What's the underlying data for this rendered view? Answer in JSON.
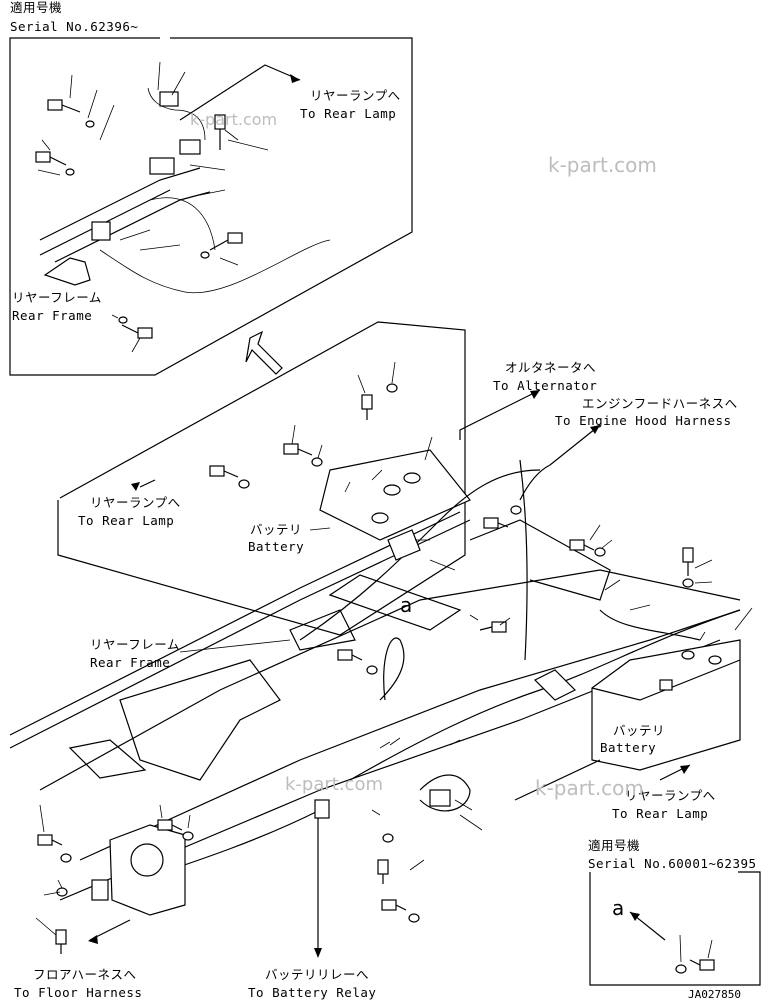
{
  "inset_top": {
    "title_jp": "適用号機",
    "serial": "Serial No.62396~",
    "rear_lamp_jp": "リヤーランプへ",
    "rear_lamp_en": "To Rear Lamp",
    "rear_frame_jp": "リヤーフレーム",
    "rear_frame_en": "Rear Frame"
  },
  "main": {
    "alternator_jp": "オルタネータへ",
    "alternator_en": "To Alternator",
    "engine_hood_jp": "エンジンフードハーネスへ",
    "engine_hood_en": "To Engine Hood  Harness",
    "rear_lamp_left_jp": "リヤーランプへ",
    "rear_lamp_left_en": "To Rear Lamp",
    "battery_left_jp": "バッテリ",
    "battery_left_en": "Battery",
    "callout_a": "a",
    "rear_frame_jp": "リヤーフレーム",
    "rear_frame_en": "Rear Frame",
    "battery_right_jp": "バッテリ",
    "battery_right_en": "Battery",
    "rear_lamp_right_jp": "リヤーランプへ",
    "rear_lamp_right_en": "To Rear Lamp",
    "floor_harness_jp": "フロアハーネスへ",
    "floor_harness_en": "To Floor Harness",
    "battery_relay_jp": "バッテリリレーへ",
    "battery_relay_en": "To Battery Relay"
  },
  "inset_bottom": {
    "title_jp": "適用号機",
    "serial": "Serial No.60001~62395",
    "callout_a": "a"
  },
  "watermark": "k-part.com",
  "drawing_code": "JA027850"
}
